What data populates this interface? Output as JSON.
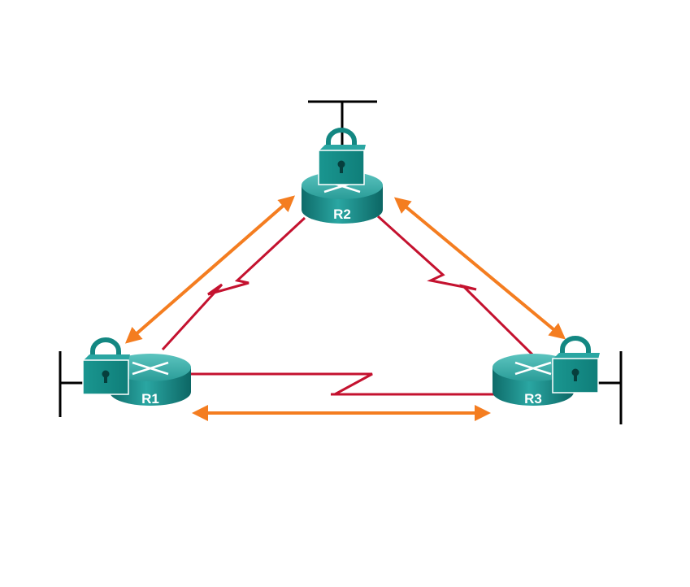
{
  "routers": [
    {
      "id": "r1",
      "label": "R1"
    },
    {
      "id": "r2",
      "label": "R2"
    },
    {
      "id": "r3",
      "label": "R3"
    }
  ],
  "colors": {
    "router": "#1a8a88",
    "router_top": "#3fb3ae",
    "lock": "#138782",
    "serial_link": "#c4122f",
    "vpn_arrow": "#f47d20",
    "ethernet": "#000000"
  }
}
